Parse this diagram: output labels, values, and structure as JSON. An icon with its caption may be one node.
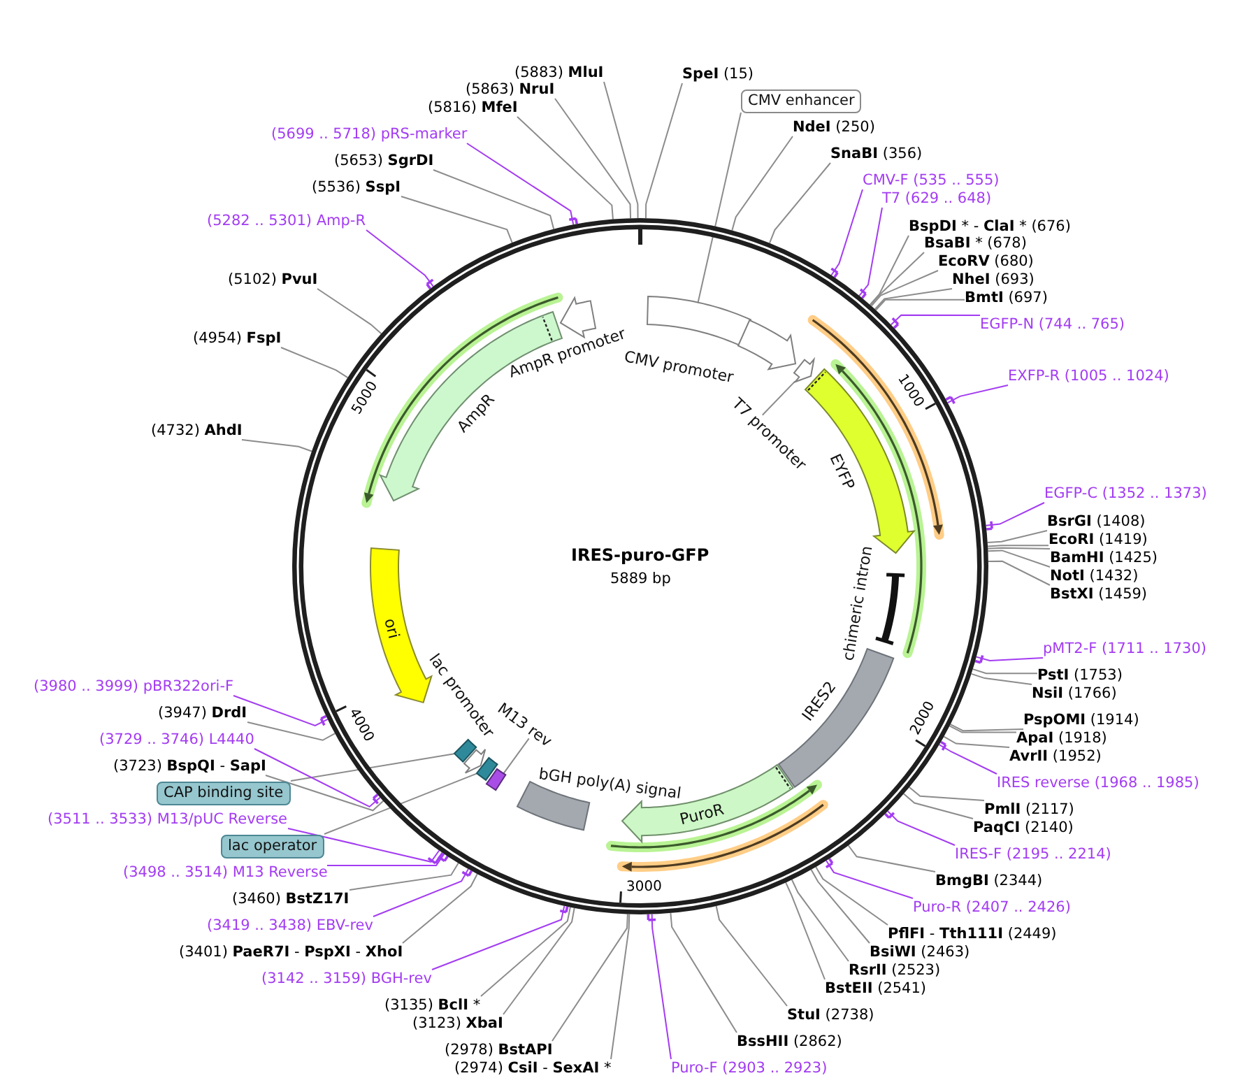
{
  "diagram": {
    "title": "IRES-puro-GFP",
    "nodes": [
      {
        "text": [],
        "shape": "circle"
      },
      {
        "text": [],
        "shape": "box",
        "in": 0
      },
      {
        "text": [
          "CMV promoter"
        ],
        "in": 0
      },
      {
        "text": [],
        "shape": "arrow",
        "in": 0
      },
      {
        "text": [
          "T7 promoter"
        ],
        "in": 0
      },
      {
        "text": [
          "EYFP"
        ],
        "in": 0
      },
      {
        "text": [
          "chimeric intron"
        ],
        "in": 0
      },
      {
        "text": [
          "IRES2"
        ],
        "in": 0
      },
      {
        "text": [
          "PuroR"
        ],
        "in": 0
      },
      {
        "text": [
          "bGH poly(A) signal"
        ],
        "in": 0
      },
      {
        "text": [],
        "shape": "box",
        "in": 0
      },
      {
        "text": [
          "M13 rev"
        ],
        "in": 0
      },
      {
        "text": [],
        "shape": "box",
        "in": 0
      },
      {
        "text": [
          "lac promoter"
        ],
        "in": 0
      },
      {
        "text": [],
        "shape": "box",
        "in": 0
      },
      {
        "text": [
          "ori"
        ],
        "in": 0
      },
      {
        "text": [
          "AmpR"
        ],
        "in": 0
      },
      {
        "text": [
          "AmpR promoter"
        ],
        "in": 0
      },
      {
        "text": [
          "**SpeI** (15)"
        ]
      },
      {
        "text": [
          "CMV enhancer"
        ]
      },
      {
        "text": [
          "**NdeI** (250)"
        ]
      },
      {
        "text": [
          "**SnaBI** (356)"
        ]
      },
      {
        "text": [
          "CMV-F (535 .. 555)"
        ]
      },
      {
        "text": [
          "T7 (629 .. 648)"
        ]
      },
      {
        "text": [
          "**BspDI** * - **ClaI** * (676)"
        ]
      },
      {
        "text": [
          "**BsaBI** * (678)"
        ]
      },
      {
        "text": [
          "**EcoRV** (680)"
        ]
      },
      {
        "text": [
          "**NheI** (693)"
        ]
      },
      {
        "text": [
          "**BmtI** (697)"
        ]
      },
      {
        "text": [
          "EGFP-N (744 .. 765)"
        ]
      },
      {
        "text": [
          "EXFP-R (1005 .. 1024)"
        ]
      },
      {
        "text": [
          "EGFP-C (1352 .. 1373)"
        ]
      },
      {
        "text": [
          "**BsrGI** (1408)"
        ]
      },
      {
        "text": [
          "**EcoRI** (1419)"
        ]
      },
      {
        "text": [
          "**BamHI** (1425)"
        ]
      },
      {
        "text": [
          "**NotI** (1432)"
        ]
      },
      {
        "text": [
          "**BstXI** (1459)"
        ]
      },
      {
        "text": [
          "pMT2-F (1711 .. 1730)"
        ]
      },
      {
        "text": [
          "**PstI** (1753)"
        ]
      },
      {
        "text": [
          "**NsiI** (1766)"
        ]
      },
      {
        "text": [
          "**PspOMI** (1914)"
        ]
      },
      {
        "text": [
          "**ApaI** (1918)"
        ]
      },
      {
        "text": [
          "**AvrII** (1952)"
        ]
      },
      {
        "text": [
          "IRES reverse (1968 .. 1985)"
        ]
      },
      {
        "text": [
          "**PmlI** (2117)"
        ]
      },
      {
        "text": [
          "**PaqCI** (2140)"
        ]
      },
      {
        "text": [
          "IRES-F (2195 .. 2214)"
        ]
      },
      {
        "text": [
          "**BmgBI** (2344)"
        ]
      },
      {
        "text": [
          "Puro-R (2407 .. 2426)"
        ]
      },
      {
        "text": [
          "**PflFI** - **Tth111I** (2449)"
        ]
      },
      {
        "text": [
          "**BsiWI** (2463)"
        ]
      },
      {
        "text": [
          "**RsrII** (2523)"
        ]
      },
      {
        "text": [
          "**BstEII** (2541)"
        ]
      },
      {
        "text": [
          "**StuI** (2738)"
        ]
      },
      {
        "text": [
          "**BssHII** (2862)"
        ]
      },
      {
        "text": [
          "Puro-F (2903 .. 2923)"
        ]
      },
      {
        "text": [
          "(2974) **CsiI** - **SexAI** *"
        ]
      },
      {
        "text": [
          "(2978) **BstAPI**"
        ]
      },
      {
        "text": [
          "(3123) **XbaI**"
        ]
      },
      {
        "text": [
          "(3135) **BclI** *"
        ]
      },
      {
        "text": [
          "(3142 .. 3159) BGH-rev"
        ]
      },
      {
        "text": [
          "(3401) **PaeR7I** - **PspXI** - **XhoI**"
        ]
      },
      {
        "text": [
          "(3419 .. 3438) EBV-rev"
        ]
      },
      {
        "text": [
          "(3460) **BstZ17I**"
        ]
      },
      {
        "text": [
          "(3498 .. 3514) M13 Reverse"
        ]
      },
      {
        "text": [
          "lac operator"
        ]
      },
      {
        "text": [
          "(3511 .. 3533) M13/pUC Reverse"
        ]
      },
      {
        "text": [
          "CAP binding site"
        ]
      },
      {
        "text": [
          "(3723) **BspQI** - **SapI**"
        ]
      },
      {
        "text": [
          "(3729 .. 3746) L4440"
        ]
      },
      {
        "text": [
          "(3947) **DrdI**"
        ]
      },
      {
        "text": [
          "(3980 .. 3999) pBR322ori-F"
        ]
      },
      {
        "text": [
          "(4732) **AhdI**"
        ]
      },
      {
        "text": [
          "(4954) **FspI**"
        ]
      },
      {
        "text": [
          "(5102) **PvuI**"
        ]
      },
      {
        "text": [
          "(5282 .. 5301) Amp-R"
        ]
      },
      {
        "text": [
          "(5536) **SspI**"
        ]
      },
      {
        "text": [
          "(5653) **SgrDI**"
        ]
      },
      {
        "text": [
          "(5699 .. 5718) pRS-marker"
        ]
      },
      {
        "text": [
          "(5816) **MfeI**"
        ]
      },
      {
        "text": [
          "(5863) **NruI**"
        ]
      },
      {
        "text": [
          "(5883) **MluI**"
        ]
      }
    ],
    "edges": [
      {
        "from": 4,
        "to": 3,
        "arrow": "none"
      },
      {
        "from": 11,
        "to": 10,
        "arrow": "none"
      },
      {
        "from": 18,
        "to": 0,
        "arrow": "none"
      },
      {
        "from": 19,
        "to": 1,
        "arrow": "none"
      },
      {
        "from": 20,
        "to": 0,
        "arrow": "none"
      },
      {
        "from": 21,
        "to": 0,
        "arrow": "none"
      },
      {
        "from": 22,
        "to": 0,
        "arrow": "none",
        "color": "#a33cf2"
      },
      {
        "from": 23,
        "to": 0,
        "arrow": "none",
        "color": "#a33cf2"
      },
      {
        "from": 24,
        "to": 0,
        "arrow": "none"
      },
      {
        "from": 25,
        "to": 0,
        "arrow": "none"
      },
      {
        "from": 26,
        "to": 0,
        "arrow": "none"
      },
      {
        "from": 27,
        "to": 0,
        "arrow": "none"
      },
      {
        "from": 28,
        "to": 0,
        "arrow": "none"
      },
      {
        "from": 29,
        "to": 0,
        "arrow": "none",
        "color": "#a33cf2"
      },
      {
        "from": 30,
        "to": 0,
        "arrow": "none",
        "color": "#a33cf2"
      },
      {
        "from": 31,
        "to": 0,
        "arrow": "none",
        "color": "#a33cf2"
      },
      {
        "from": 32,
        "to": 0,
        "arrow": "none"
      },
      {
        "from": 33,
        "to": 0,
        "arrow": "none"
      },
      {
        "from": 34,
        "to": 0,
        "arrow": "none"
      },
      {
        "from": 35,
        "to": 0,
        "arrow": "none"
      },
      {
        "from": 36,
        "to": 0,
        "arrow": "none"
      },
      {
        "from": 37,
        "to": 0,
        "arrow": "none",
        "color": "#a33cf2"
      },
      {
        "from": 38,
        "to": 0,
        "arrow": "none"
      },
      {
        "from": 39,
        "to": 0,
        "arrow": "none"
      },
      {
        "from": 40,
        "to": 0,
        "arrow": "none"
      },
      {
        "from": 41,
        "to": 0,
        "arrow": "none"
      },
      {
        "from": 42,
        "to": 0,
        "arrow": "none"
      },
      {
        "from": 43,
        "to": 0,
        "arrow": "none",
        "color": "#a33cf2"
      },
      {
        "from": 44,
        "to": 0,
        "arrow": "none"
      },
      {
        "from": 45,
        "to": 0,
        "arrow": "none"
      },
      {
        "from": 46,
        "to": 0,
        "arrow": "none",
        "color": "#a33cf2"
      },
      {
        "from": 47,
        "to": 0,
        "arrow": "none"
      },
      {
        "from": 48,
        "to": 0,
        "arrow": "none",
        "color": "#a33cf2"
      },
      {
        "from": 49,
        "to": 0,
        "arrow": "none"
      },
      {
        "from": 50,
        "to": 0,
        "arrow": "none"
      },
      {
        "from": 51,
        "to": 0,
        "arrow": "none"
      },
      {
        "from": 52,
        "to": 0,
        "arrow": "none"
      },
      {
        "from": 53,
        "to": 0,
        "arrow": "none"
      },
      {
        "from": 54,
        "to": 0,
        "arrow": "none"
      },
      {
        "from": 55,
        "to": 0,
        "arrow": "none",
        "color": "#a33cf2"
      },
      {
        "from": 56,
        "to": 0,
        "arrow": "none"
      },
      {
        "from": 57,
        "to": 0,
        "arrow": "none"
      },
      {
        "from": 58,
        "to": 0,
        "arrow": "none"
      },
      {
        "from": 59,
        "to": 0,
        "arrow": "none"
      },
      {
        "from": 60,
        "to": 0,
        "arrow": "none",
        "color": "#a33cf2"
      },
      {
        "from": 61,
        "to": 0,
        "arrow": "none"
      },
      {
        "from": 62,
        "to": 0,
        "arrow": "none",
        "color": "#a33cf2"
      },
      {
        "from": 63,
        "to": 0,
        "arrow": "none"
      },
      {
        "from": 64,
        "to": 0,
        "arrow": "none",
        "color": "#a33cf2"
      },
      {
        "from": 65,
        "to": 12,
        "arrow": "none"
      },
      {
        "from": 66,
        "to": 0,
        "arrow": "none",
        "color": "#a33cf2"
      },
      {
        "from": 67,
        "to": 14,
        "arrow": "none"
      },
      {
        "from": 68,
        "to": 0,
        "arrow": "none"
      },
      {
        "from": 69,
        "to": 0,
        "arrow": "none",
        "color": "#a33cf2"
      },
      {
        "from": 70,
        "to": 0,
        "arrow": "none"
      },
      {
        "from": 71,
        "to": 0,
        "arrow": "none",
        "color": "#a33cf2"
      },
      {
        "from": 72,
        "to": 0,
        "arrow": "none"
      },
      {
        "from": 73,
        "to": 0,
        "arrow": "none"
      },
      {
        "from": 74,
        "to": 0,
        "arrow": "none"
      },
      {
        "from": 75,
        "to": 0,
        "arrow": "none",
        "color": "#a33cf2"
      },
      {
        "from": 76,
        "to": 0,
        "arrow": "none"
      },
      {
        "from": 77,
        "to": 0,
        "arrow": "none"
      },
      {
        "from": 78,
        "to": 0,
        "arrow": "none",
        "color": "#a33cf2"
      },
      {
        "from": 79,
        "to": 0,
        "arrow": "none"
      },
      {
        "from": 80,
        "to": 0,
        "arrow": "none"
      },
      {
        "from": 81,
        "to": 0,
        "arrow": "none"
      }
    ],
    "labels": [
      "5889 bp",
      "1000",
      "2000",
      "3000",
      "4000",
      "5000"
    ]
  }
}
